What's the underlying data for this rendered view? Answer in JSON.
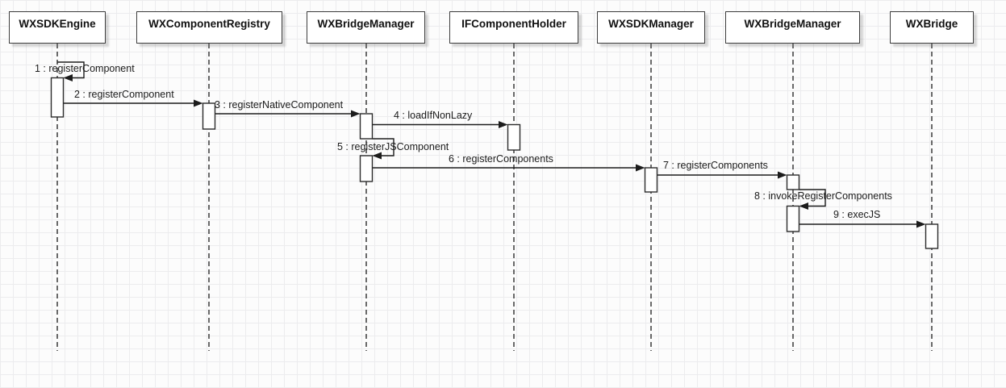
{
  "diagram": {
    "kind": "uml-sequence-diagram",
    "participants": [
      {
        "name": "WXSDKEngine"
      },
      {
        "name": "WXComponentRegistry"
      },
      {
        "name": "WXBridgeManager"
      },
      {
        "name": "IFComponentHolder"
      },
      {
        "name": "WXSDKManager"
      },
      {
        "name": "WXBridgeManager"
      },
      {
        "name": "WXBridge"
      }
    ],
    "messages": [
      {
        "seq": 1,
        "label": "1 : registerComponent",
        "from": "WXSDKEngine",
        "from_index": 0,
        "to": "WXSDKEngine",
        "to_index": 0,
        "type": "self"
      },
      {
        "seq": 2,
        "label": "2 : registerComponent",
        "from": "WXSDKEngine",
        "from_index": 0,
        "to": "WXComponentRegistry",
        "to_index": 1,
        "type": "call"
      },
      {
        "seq": 3,
        "label": "3 : registerNativeComponent",
        "from": "WXComponentRegistry",
        "from_index": 1,
        "to": "WXBridgeManager",
        "to_index": 2,
        "type": "call"
      },
      {
        "seq": 4,
        "label": "4 : loadIfNonLazy",
        "from": "WXBridgeManager",
        "from_index": 2,
        "to": "IFComponentHolder",
        "to_index": 3,
        "type": "call"
      },
      {
        "seq": 5,
        "label": "5 : registerJSComponent",
        "from": "WXBridgeManager",
        "from_index": 2,
        "to": "WXBridgeManager",
        "to_index": 2,
        "type": "self"
      },
      {
        "seq": 6,
        "label": "6 : registerComponents",
        "from": "WXBridgeManager",
        "from_index": 2,
        "to": "WXSDKManager",
        "to_index": 4,
        "type": "call"
      },
      {
        "seq": 7,
        "label": "7 : registerComponents",
        "from": "WXSDKManager",
        "from_index": 4,
        "to": "WXBridgeManager",
        "to_index": 5,
        "type": "call"
      },
      {
        "seq": 8,
        "label": "8 : invokeRegisterComponents",
        "from": "WXBridgeManager",
        "from_index": 5,
        "to": "WXBridgeManager",
        "to_index": 5,
        "type": "self"
      },
      {
        "seq": 9,
        "label": "9 : execJS",
        "from": "WXBridgeManager",
        "from_index": 5,
        "to": "WXBridge",
        "to_index": 6,
        "type": "call"
      }
    ],
    "colors": {
      "background": "#fcfcfc",
      "grid_line": "#ececee",
      "box_fill": "#ffffff",
      "box_border": "#3d3d3d",
      "line": "#1c1c1c",
      "text": "#111111"
    }
  }
}
